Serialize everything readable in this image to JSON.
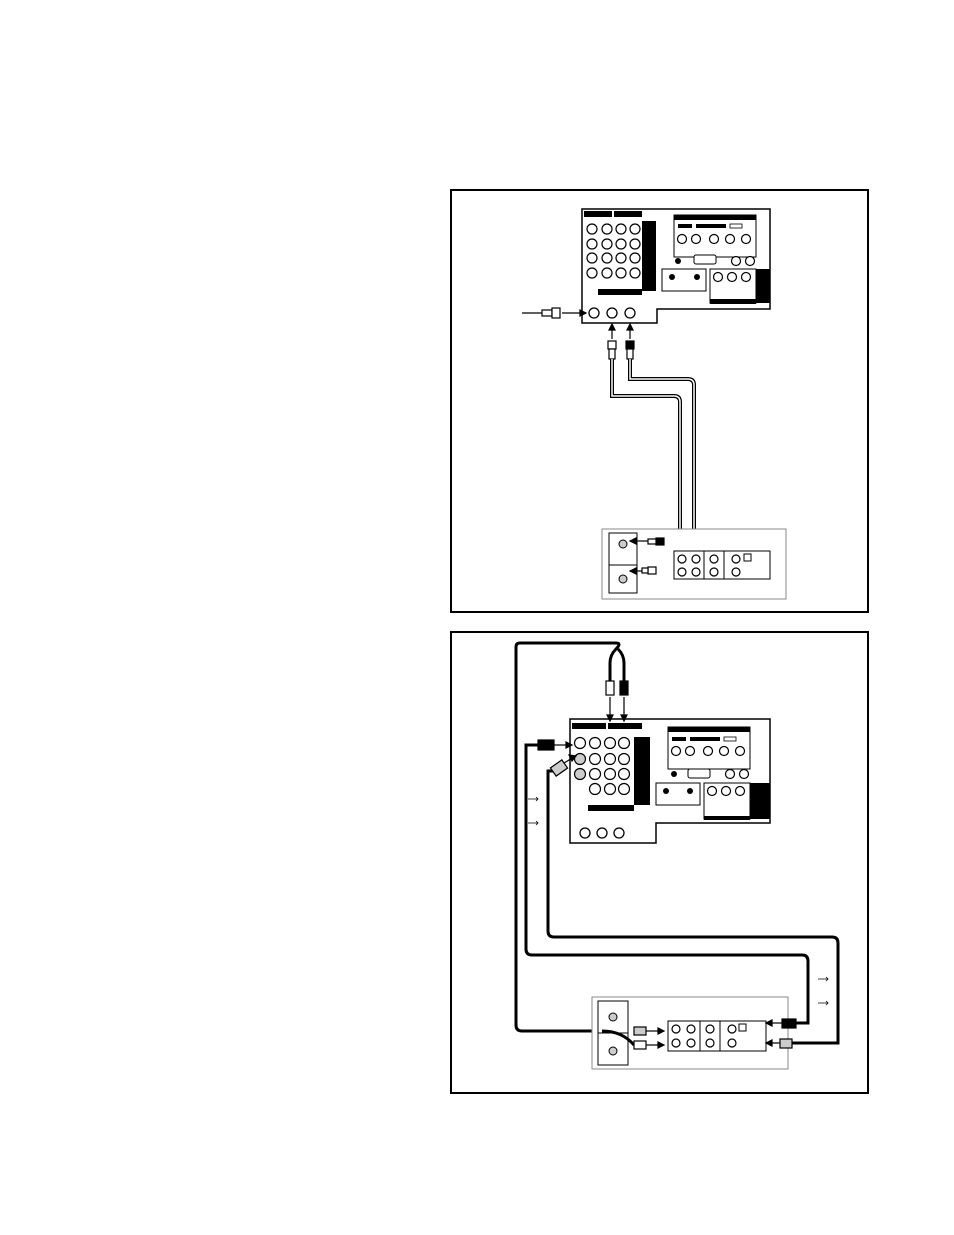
{
  "figures": [
    {
      "id": "top",
      "description_visible_text": "",
      "components": [
        "tv-rear-panel",
        "vcr-rear-panel",
        "antenna-cable",
        "rf-cable-pair"
      ]
    },
    {
      "id": "bottom",
      "description_visible_text": "",
      "components": [
        "tv-rear-panel",
        "vcr-rear-panel",
        "audio-y-cable",
        "s-video-cable",
        "video-cable"
      ]
    }
  ],
  "colors": {
    "line": "#000000",
    "panel_bg": "#ffffff",
    "vcr_outline": "#888888",
    "jack_fill": "#cccccc"
  }
}
